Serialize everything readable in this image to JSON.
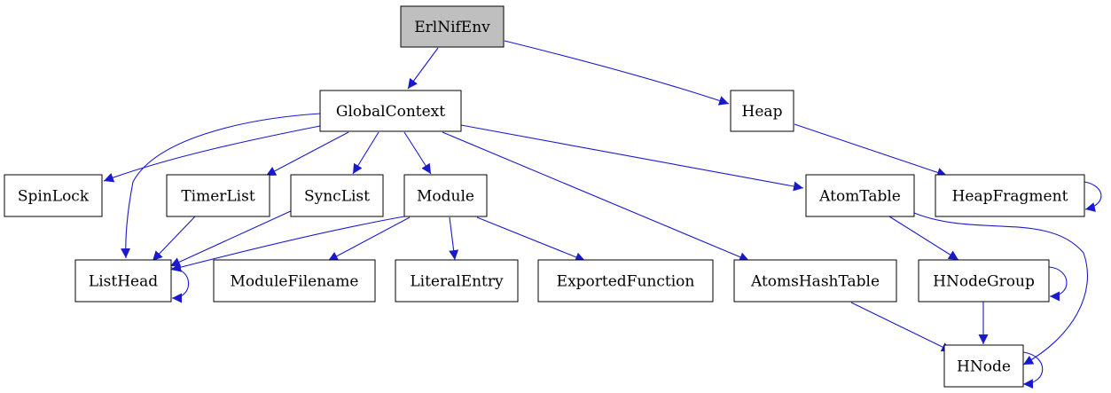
{
  "diagram": {
    "root": "ErlNifEnv",
    "colors": {
      "edge": "#1a1acd",
      "root_fill": "#bfbfbf",
      "node_fill": "#ffffff",
      "node_stroke": "#000000"
    },
    "nodes": [
      {
        "id": "ErlNifEnv",
        "label": "ErlNifEnv"
      },
      {
        "id": "GlobalContext",
        "label": "GlobalContext"
      },
      {
        "id": "Heap",
        "label": "Heap"
      },
      {
        "id": "SpinLock",
        "label": "SpinLock"
      },
      {
        "id": "TimerList",
        "label": "TimerList"
      },
      {
        "id": "SyncList",
        "label": "SyncList"
      },
      {
        "id": "Module",
        "label": "Module"
      },
      {
        "id": "AtomTable",
        "label": "AtomTable"
      },
      {
        "id": "HeapFragment",
        "label": "HeapFragment"
      },
      {
        "id": "ListHead",
        "label": "ListHead"
      },
      {
        "id": "ModuleFilename",
        "label": "ModuleFilename"
      },
      {
        "id": "LiteralEntry",
        "label": "LiteralEntry"
      },
      {
        "id": "ExportedFunction",
        "label": "ExportedFunction"
      },
      {
        "id": "AtomsHashTable",
        "label": "AtomsHashTable"
      },
      {
        "id": "HNodeGroup",
        "label": "HNodeGroup"
      },
      {
        "id": "HNode",
        "label": "HNode"
      }
    ],
    "edges": [
      {
        "from": "ErlNifEnv",
        "to": "GlobalContext"
      },
      {
        "from": "ErlNifEnv",
        "to": "Heap"
      },
      {
        "from": "GlobalContext",
        "to": "SpinLock"
      },
      {
        "from": "GlobalContext",
        "to": "ListHead"
      },
      {
        "from": "GlobalContext",
        "to": "TimerList"
      },
      {
        "from": "GlobalContext",
        "to": "SyncList"
      },
      {
        "from": "GlobalContext",
        "to": "Module"
      },
      {
        "from": "GlobalContext",
        "to": "AtomsHashTable"
      },
      {
        "from": "GlobalContext",
        "to": "AtomTable"
      },
      {
        "from": "Heap",
        "to": "HeapFragment"
      },
      {
        "from": "HeapFragment",
        "to": "HeapFragment"
      },
      {
        "from": "TimerList",
        "to": "ListHead"
      },
      {
        "from": "SyncList",
        "to": "ListHead"
      },
      {
        "from": "Module",
        "to": "ListHead"
      },
      {
        "from": "Module",
        "to": "ModuleFilename"
      },
      {
        "from": "Module",
        "to": "LiteralEntry"
      },
      {
        "from": "Module",
        "to": "ExportedFunction"
      },
      {
        "from": "ListHead",
        "to": "ListHead"
      },
      {
        "from": "AtomTable",
        "to": "HNodeGroup"
      },
      {
        "from": "AtomTable",
        "to": "HNode"
      },
      {
        "from": "HNodeGroup",
        "to": "HNodeGroup"
      },
      {
        "from": "HNodeGroup",
        "to": "HNode"
      },
      {
        "from": "AtomsHashTable",
        "to": "HNode"
      },
      {
        "from": "HNode",
        "to": "HNode"
      }
    ]
  }
}
